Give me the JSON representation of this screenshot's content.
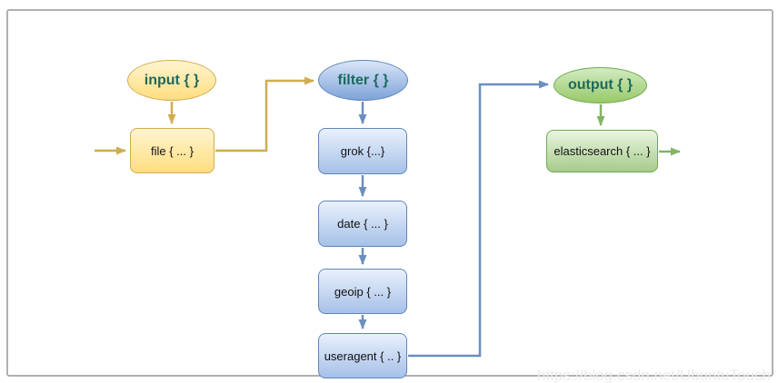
{
  "nodes": {
    "input": {
      "label": "input { }"
    },
    "file": {
      "label": "file { ... }"
    },
    "filter": {
      "label": "filter { }"
    },
    "grok": {
      "label": "grok {...}"
    },
    "date": {
      "label": "date { ... }"
    },
    "geoip": {
      "label": "geoip { ... }"
    },
    "useragent": {
      "label": "useragent { .. }"
    },
    "output": {
      "label": "output { }"
    },
    "elasticsearch": {
      "label": "elasticsearch { ... }"
    }
  },
  "watermark": {
    "text": "https://blog.csdn.net/UbuntuTouch"
  },
  "colors": {
    "frame_border": "#b0b0b0",
    "ellipse_text": "#1d6a5e",
    "yellow_fill_top": "#fff4d1",
    "yellow_fill_bottom": "#ffde7e",
    "yellow_stroke": "#d2ac4f",
    "yellow_arrow": "#d0ac52",
    "blue_ellipse_top": "#d9e6f8",
    "blue_ellipse_bottom": "#7fa3d9",
    "blue_box_top": "#e9f1fc",
    "blue_box_bottom": "#a6c1e8",
    "blue_stroke": "#5f87b8",
    "blue_arrow": "#6c8ebf",
    "green_ellipse_top": "#d2ebc2",
    "green_ellipse_bottom": "#99c968",
    "green_box_top": "#e9f5e0",
    "green_box_bottom": "#a6cb8b",
    "green_stroke": "#72a84f",
    "green_arrow": "#82b366",
    "watermark_text": "#ececec"
  }
}
